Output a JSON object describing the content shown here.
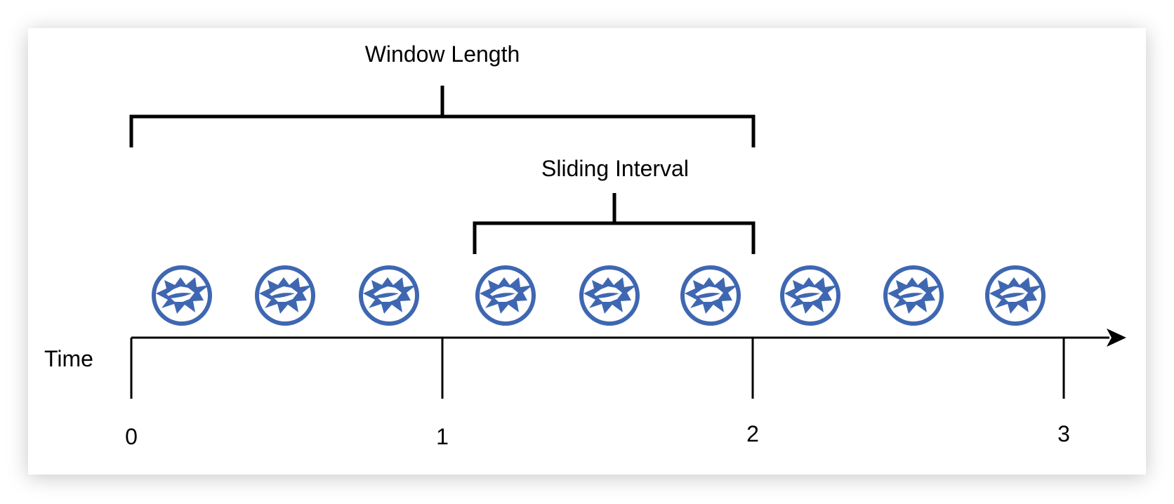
{
  "diagram": {
    "window_label": "Window Length",
    "sliding_label": "Sliding Interval",
    "axis_label": "Time",
    "ticks": [
      "0",
      "1",
      "2",
      "3"
    ],
    "event_count": 9,
    "event_icon": "event-burst-icon",
    "colors": {
      "line": "#000000",
      "event": "#3f67b1"
    }
  }
}
